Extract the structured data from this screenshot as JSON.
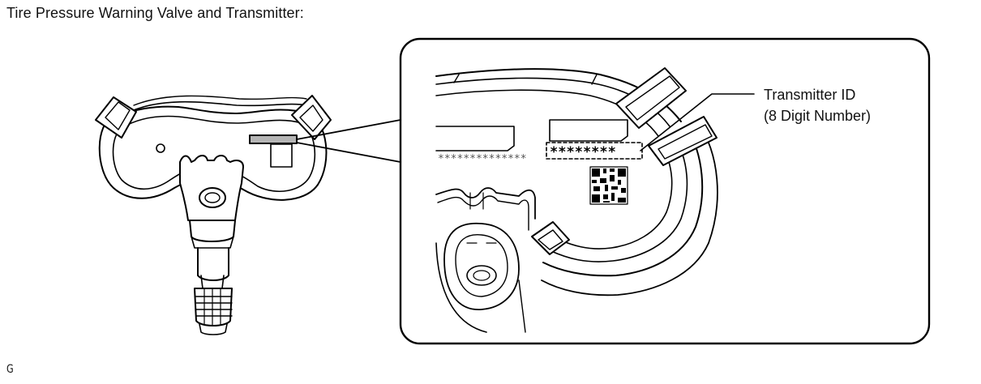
{
  "title": "Tire Pressure Warning Valve and Transmitter:",
  "callout": {
    "label_line1": "Transmitter ID",
    "label_line2": "(8 Digit Number)"
  },
  "id_mask": "********",
  "serial_mask": "**************",
  "figure_code": "G"
}
